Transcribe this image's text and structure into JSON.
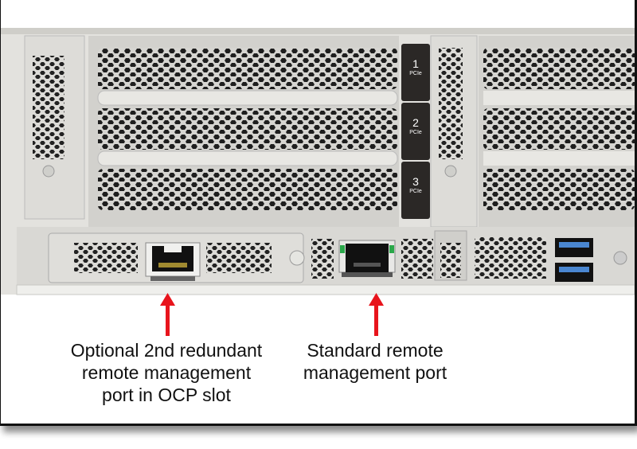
{
  "pcie_slots": [
    {
      "number": "1",
      "label": "PCIe"
    },
    {
      "number": "2",
      "label": "PCIe"
    },
    {
      "number": "3",
      "label": "PCIe"
    }
  ],
  "callouts": [
    {
      "lines": [
        "Optional 2nd redundant",
        "remote management",
        "port in OCP slot"
      ]
    },
    {
      "lines": [
        "Standard remote",
        "management port"
      ]
    }
  ],
  "colors": {
    "arrow": "#e8141c",
    "chassis": "#d9d8d4",
    "label_tab": "#2b2826"
  }
}
